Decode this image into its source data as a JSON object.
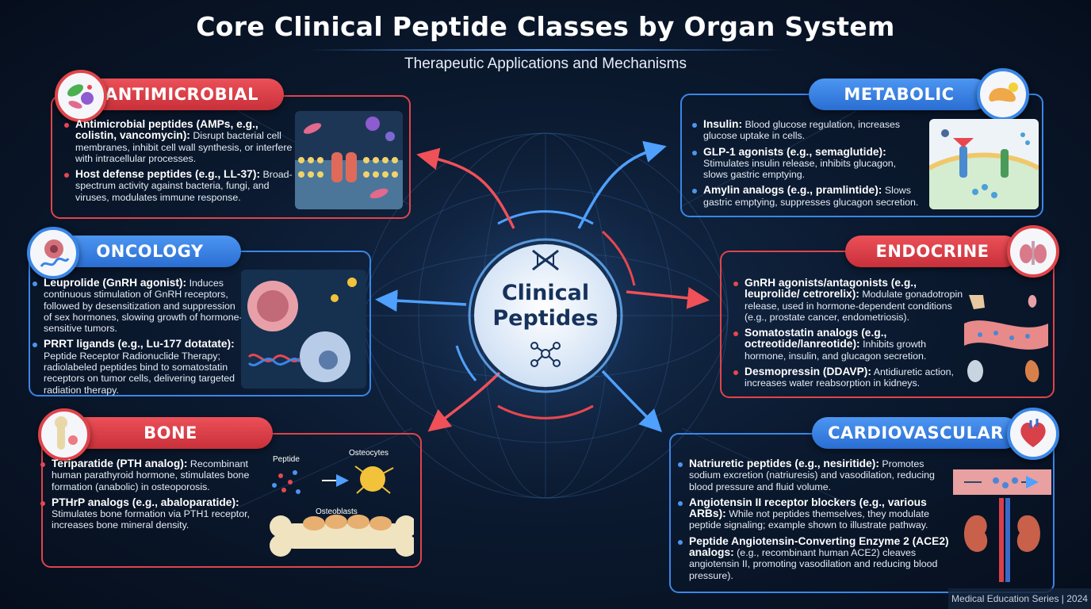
{
  "header": {
    "title": "Core Clinical Peptide Classes by Organ System",
    "subtitle": "Therapeutic Applications and Mechanisms"
  },
  "center": {
    "label_line1": "Clinical",
    "label_line2": "Peptides"
  },
  "colors": {
    "red": "#e0444a",
    "blue": "#3a86e8",
    "navy": "#16325c"
  },
  "sections": {
    "antimicrobial": {
      "title": "ANTIMICROBIAL",
      "icon": "bacteria-icon",
      "items": [
        {
          "name": "Antimicrobial peptides (AMPs, e.g., colistin, vancomycin):",
          "desc": " Disrupt bacterial cell membranes, inhibit cell wall synthesis, or interfere with intracellular processes."
        },
        {
          "name": "Host defense peptides (e.g., LL-37):",
          "desc": " Broad-spectrum activity against bacteria, fungi, and viruses, modulates immune response."
        }
      ]
    },
    "oncology": {
      "title": "ONCOLOGY",
      "icon": "tumor-cell-icon",
      "items": [
        {
          "name": "Leuprolide (GnRH agonist):",
          "desc": " Induces continuous stimulation of GnRH receptors, followed by desensitization and suppression of sex hormones, slowing growth of hormone-sensitive tumors."
        },
        {
          "name": "PRRT ligands (e.g., Lu-177 dotatate):",
          "desc": " Peptide Receptor Radionuclide Therapy; radiolabeled peptides bind to somatostatin receptors on tumor cells, delivering targeted radiation therapy."
        }
      ]
    },
    "bone": {
      "title": "BONE",
      "icon": "bone-joint-icon",
      "items": [
        {
          "name": "Teriparatide (PTH analog):",
          "desc": " Recombinant human parathyroid hormone, stimulates bone formation (anabolic) in osteoporosis."
        },
        {
          "name": "PTHrP analogs (e.g., abaloparatide):",
          "desc": " Stimulates bone formation via PTH1 receptor, increases bone mineral density."
        }
      ],
      "diagram_labels": {
        "peptide": "Peptide",
        "osteocytes": "Osteocytes",
        "osteoblasts": "Osteoblasts"
      }
    },
    "metabolic": {
      "title": "METABOLIC",
      "icon": "pancreas-icon",
      "items": [
        {
          "name": "Insulin:",
          "desc": " Blood glucose regulation, increases glucose uptake in cells."
        },
        {
          "name": "GLP-1 agonists (e.g., semaglutide):",
          "desc": " Stimulates insulin release, inhibits glucagon, slows gastric emptying."
        },
        {
          "name": "Amylin analogs (e.g., pramlintide):",
          "desc": " Slows gastric emptying, suppresses glucagon secretion."
        }
      ]
    },
    "endocrine": {
      "title": "ENDOCRINE",
      "icon": "thyroid-icon",
      "items": [
        {
          "name": "GnRH agonists/antagonists (e.g., leuprolide/ cetrorelix):",
          "desc": " Modulate gonadotropin release, used in hormone-dependent conditions (e.g., prostate cancer, endometriosis)."
        },
        {
          "name": "Somatostatin analogs (e.g., octreotide/lanreotide):",
          "desc": " Inhibits growth hormone, insulin, and glucagon secretion."
        },
        {
          "name": "Desmopressin (DDAVP):",
          "desc": " Antidiuretic action, increases water reabsorption in kidneys."
        }
      ]
    },
    "cardiovascular": {
      "title": "CARDIOVASCULAR",
      "icon": "heart-icon",
      "items": [
        {
          "name": "Natriuretic peptides (e.g., nesiritide):",
          "desc": " Promotes sodium excretion (natriuresis) and vasodilation, reducing blood pressure and fluid volume."
        },
        {
          "name": "Angiotensin II receptor blockers (e.g., various ARBs):",
          "desc": " While not peptides themselves, they modulate peptide signaling; example shown to illustrate pathway."
        },
        {
          "name": "Peptide Angiotensin-Converting Enzyme 2 (ACE2) analogs:",
          "desc": " (e.g., recombinant human ACE2) cleaves angiotensin II, promoting vasodilation and reducing blood pressure)."
        }
      ]
    }
  },
  "footer": {
    "text": "Medical Education Series | 2024"
  }
}
